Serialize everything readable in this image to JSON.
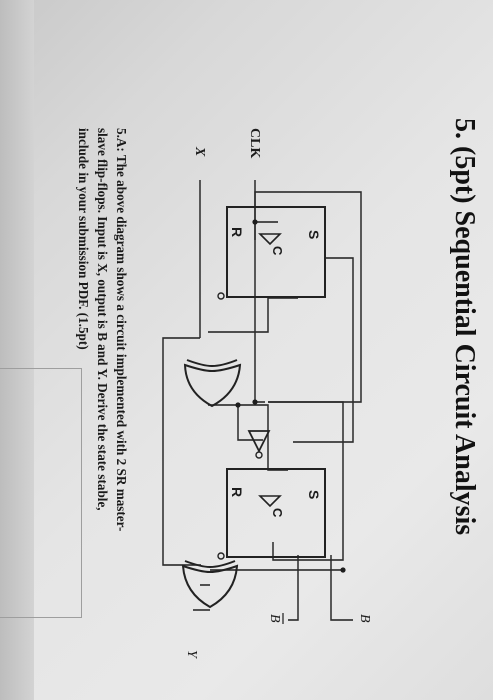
{
  "question": {
    "title": "5. (5pt) Sequential Circuit Analysis",
    "description_lines": [
      "5.A: The above diagram shows a circuit implemented with 2 SR master-",
      "slave flip-flops. Input is X, output is B and Y. Derive the state stable,",
      "include in your submission PDF. (1.5pt)"
    ]
  },
  "circuit": {
    "clk_label": "CLK",
    "x_label": "X",
    "ff_a": {
      "s": "S",
      "c": "C",
      "r": "R"
    },
    "ff_b": {
      "s": "S",
      "c": "C",
      "r": "R"
    },
    "b_label": "B",
    "bbar_label": "B",
    "y_label": "Y"
  }
}
